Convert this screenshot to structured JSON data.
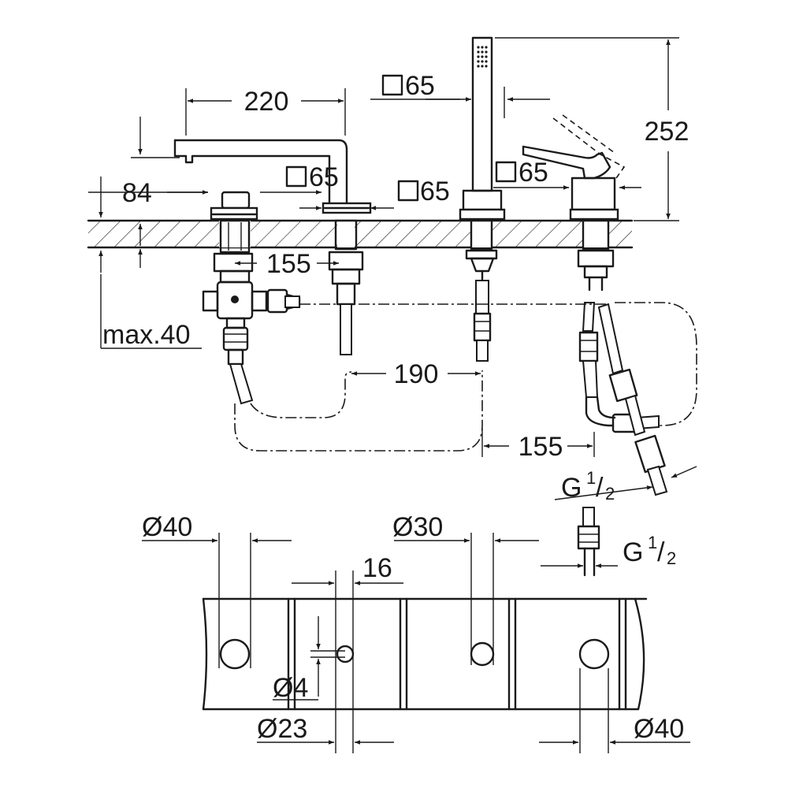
{
  "dimensions": {
    "spout_reach": "220",
    "spout_square_size": "65",
    "handshower_square_size": "65",
    "center_square_size": "65",
    "lever_square_size": "65",
    "overall_height": "252",
    "spout_height": "84",
    "spacing_left": "155",
    "spacing_middle": "190",
    "spacing_right": "155",
    "max_deck_thickness": "max.40",
    "thread_side": "G",
    "thread_bottom": "G",
    "fraction_num": "1",
    "fraction_den": "2"
  },
  "holes": {
    "hole_left": "Ø40",
    "hole_middle": "Ø30",
    "hole_right": "Ø40",
    "pin_width": "16",
    "pin_diameter": "Ø4",
    "pin_hole": "Ø23"
  }
}
